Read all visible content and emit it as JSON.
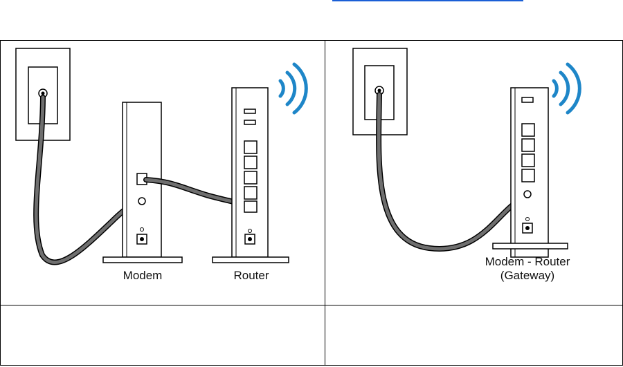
{
  "header": {
    "link_text": ""
  },
  "figures": {
    "left": {
      "labels": {
        "modem": "Modem",
        "router": "Router"
      }
    },
    "right": {
      "labels": {
        "gateway_line1": "Modem - Router",
        "gateway_line2": "(Gateway)"
      }
    }
  },
  "captions": {
    "left": "",
    "right": ""
  },
  "colors": {
    "cable": "#6f6f6f",
    "wifi": "#1e86c8",
    "link": "#1a5fd6",
    "outline": "#000000"
  }
}
